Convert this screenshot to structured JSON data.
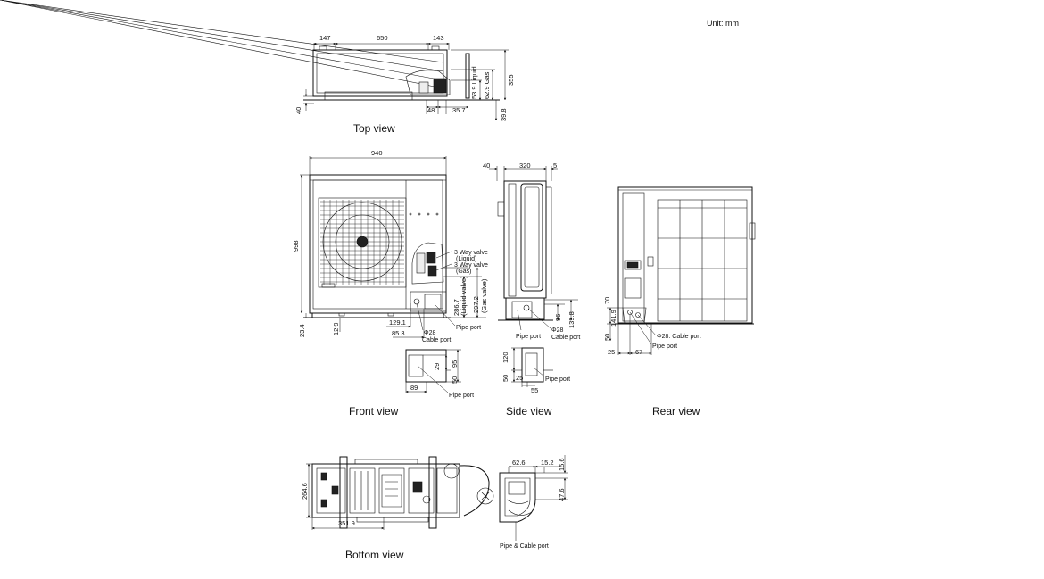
{
  "unit_label": "Unit: mm",
  "captions": {
    "top": "Top view",
    "front": "Front view",
    "side": "Side view",
    "rear": "Rear view",
    "bottom": "Bottom view"
  },
  "top_view": {
    "dims": [
      "147",
      "650",
      "143",
      "53.9 Liquid",
      "62.9 Gas",
      "355",
      "40",
      "48",
      "35.7",
      "39.8"
    ]
  },
  "front_view": {
    "dims": [
      "940",
      "998",
      "23.4",
      "12.9",
      "129.1",
      "85.3",
      "286.7",
      "(Liquid valve)",
      "297.2",
      "(Gas valve)"
    ],
    "labels": [
      "3 Way valve",
      "(Liquid)",
      "3 Way valve",
      "(Gas)",
      "Φ28",
      "Cable port",
      "Pipe port"
    ],
    "detail_dims": [
      "29",
      "95",
      "50",
      "89"
    ],
    "detail_label": "Pipe port"
  },
  "side_view": {
    "dims": [
      "40",
      "320",
      "5",
      "96",
      "139.8"
    ],
    "labels": [
      "Pipe port",
      "Φ28",
      "Cable port"
    ],
    "detail_dims": [
      "120",
      "50",
      "25",
      "55"
    ],
    "detail_label": "Pipe port"
  },
  "rear_view": {
    "dims": [
      "70",
      "141.9",
      "50",
      "25",
      "67"
    ],
    "labels": [
      "Φ28: Cable port",
      "Pipe port"
    ]
  },
  "bottom_view": {
    "dims": [
      "264.6",
      "351.9",
      "62.6",
      "15.2",
      "15.6",
      "47.6"
    ],
    "label": "Pipe & Cable port"
  }
}
